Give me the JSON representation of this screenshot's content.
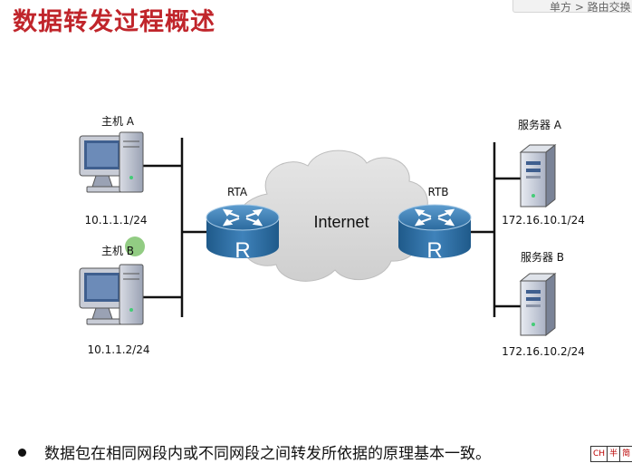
{
  "header": {
    "title": "数据转发过程概述",
    "breadcrumb": "单方 > 路由交换"
  },
  "diagram": {
    "nodes": {
      "host_a": {
        "label": "主机 A",
        "ip": "10.1.1.1/24"
      },
      "host_b": {
        "label": "主机 B",
        "ip": "10.1.1.2/24"
      },
      "rta": {
        "label": "RTA",
        "symbol": "R"
      },
      "rtb": {
        "label": "RTB",
        "symbol": "R"
      },
      "cloud": {
        "label": "Internet"
      },
      "server_a": {
        "label": "服务器 A",
        "ip": "172.16.10.1/24"
      },
      "server_b": {
        "label": "服务器 B",
        "ip": "172.16.10.2/24"
      }
    }
  },
  "content": {
    "bullet": "数据包在相同网段内或不同网段之间转发所依据的原理基本一致。"
  },
  "ime": {
    "items": [
      "CH",
      "半",
      "简"
    ]
  },
  "colors": {
    "title": "#c0252b",
    "router": "#2b6a9e",
    "cursor_marker": "#6dbb5a"
  }
}
